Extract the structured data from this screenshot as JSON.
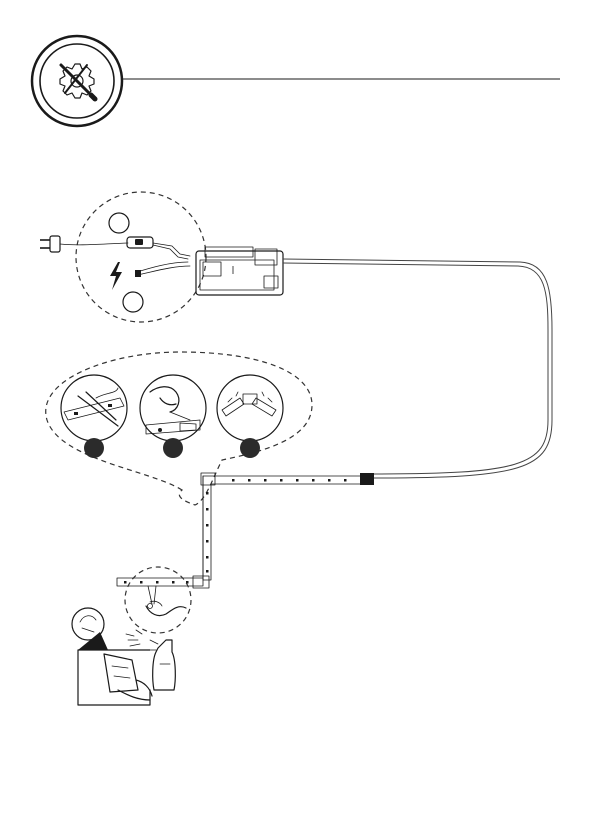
{
  "page": {
    "background": "#ffffff",
    "ink_color": "#1a1a1a",
    "badge_fill": "#2b2b2b"
  },
  "header": {
    "icon": "tools-gear-icon"
  },
  "icons": {
    "power": "lightning-bolt-icon",
    "plug": "power-plug-icon",
    "switch": "inline-switch-icon"
  },
  "steps": [
    {
      "name": "cut-strip",
      "badge": "filled-circle"
    },
    {
      "name": "peel-backing",
      "badge": "filled-circle"
    },
    {
      "name": "connect-corner",
      "badge": "filled-circle"
    }
  ]
}
